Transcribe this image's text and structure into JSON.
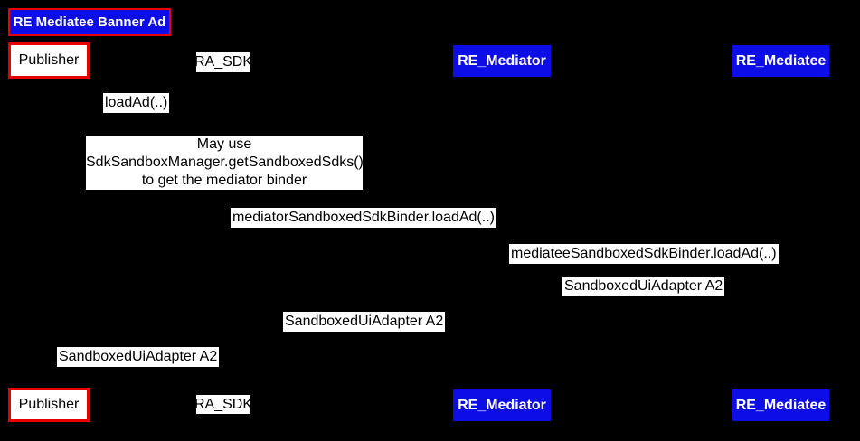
{
  "colors": {
    "background": "#000000",
    "blue": "#0d0de8",
    "red": "#e60000",
    "white": "#ffffff"
  },
  "diagram": {
    "type": "sequence",
    "title": "RE Mediatee Banner Ad",
    "participants": [
      {
        "id": "publisher",
        "label": "Publisher",
        "style": "white-red-border"
      },
      {
        "id": "ra_sdk",
        "label": "RA_SDK",
        "style": "white"
      },
      {
        "id": "re_mediator",
        "label": "RE_Mediator",
        "style": "blue"
      },
      {
        "id": "re_mediatee",
        "label": "RE_Mediatee",
        "style": "blue"
      }
    ],
    "messages": [
      {
        "from": "Publisher",
        "to": "RA_SDK",
        "label": "loadAd(..)"
      },
      {
        "from": "RA_SDK",
        "to": "RE_Mediator",
        "label": "mediatorSandboxedSdkBinder.loadAd(..)"
      },
      {
        "from": "RE_Mediator",
        "to": "RE_Mediatee",
        "label": "mediateeSandboxedSdkBinder.loadAd(..)"
      },
      {
        "from": "RE_Mediatee",
        "to": "RE_Mediator",
        "label": "SandboxedUiAdapter A2"
      },
      {
        "from": "RE_Mediator",
        "to": "RA_SDK",
        "label": "SandboxedUiAdapter A2"
      },
      {
        "from": "RA_SDK",
        "to": "Publisher",
        "label": "SandboxedUiAdapter A2"
      }
    ],
    "note": {
      "attached_to": "RA_SDK",
      "text": "May use\nSdkSandboxManager.getSandboxedSdks()\nto get the mediator binder"
    }
  }
}
